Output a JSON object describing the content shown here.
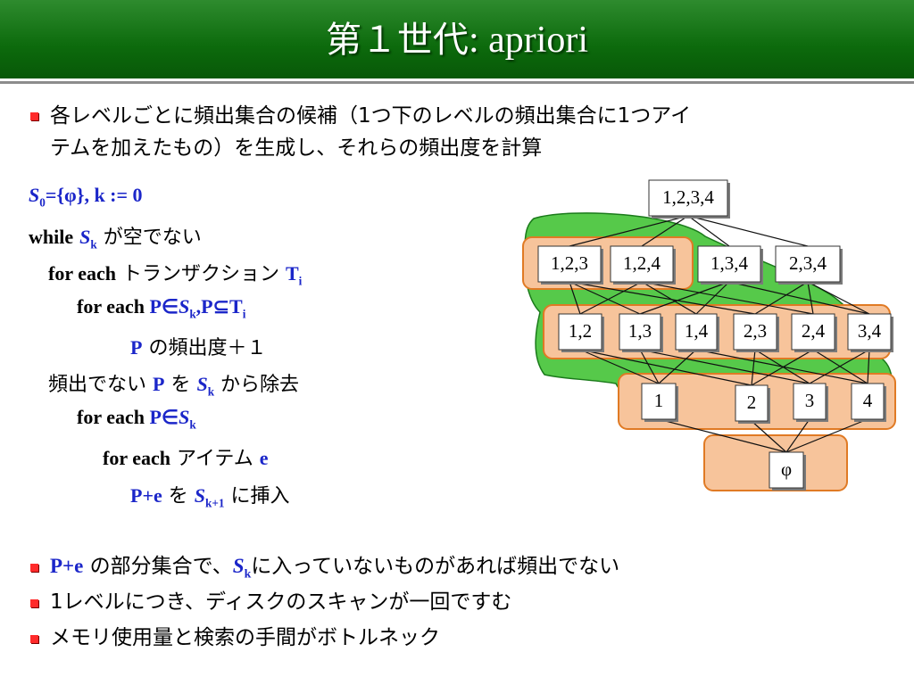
{
  "title": {
    "main": "第１世代",
    "suffix": ": apriori"
  },
  "bullet1": {
    "line1": "各レベルごとに頻出集合の候補（1つ下のレベルの頻出集合に1つアイ",
    "line2": "テムを加えたもの）を生成し、それらの頻出度を計算"
  },
  "algorithm": {
    "l1": {
      "s": "S",
      "sub": "0",
      "rest": "={φ}, k := 0"
    },
    "l2": {
      "kw": "while",
      "s": "S",
      "sub": "k",
      "text": " が空でない"
    },
    "l3": {
      "kw": "for each",
      "text": " トランザクション ",
      "t": "T",
      "tsub": "i"
    },
    "l4": {
      "kw": "for each",
      "p": " P∈",
      "s": "S",
      "sub": "k",
      "p2": ",P⊆T",
      "sub2": "i"
    },
    "l5": {
      "p": "P",
      "text": " の頻出度＋１"
    },
    "l6": {
      "text1": "頻出でない ",
      "p": "P",
      "text2": " を ",
      "s": "S",
      "sub": "k",
      "text3": " から除去"
    },
    "l7": {
      "kw": "for each",
      "p": " P∈",
      "s": "S",
      "sub": "k"
    },
    "l8": {
      "kw": "for each",
      "text": " アイテム ",
      "e": "e"
    },
    "l9": {
      "pe": "P+e",
      "text1": " を ",
      "s": "S",
      "sub": "k+1",
      "text2": " に挿入"
    }
  },
  "bullet2": {
    "pe": "P+e",
    "text1": " の部分集合で、",
    "s": "S",
    "sub": "k",
    "text2": "に入っていないものがあれば頻出でない"
  },
  "bullet3": {
    "text": "1レベルにつき、ディスクのスキャンが一回ですむ"
  },
  "bullet4": {
    "text": "メモリ使用量と検索の手間がボトルネック"
  },
  "lattice": {
    "top": "1,2,3,4",
    "level3": [
      "1,2,3",
      "1,2,4",
      "1,3,4",
      "2,3,4"
    ],
    "level2": [
      "1,2",
      "1,3",
      "1,4",
      "2,3",
      "2,4",
      "3,4"
    ],
    "level1": [
      "1",
      "2",
      "3",
      "4"
    ],
    "empty": "φ"
  },
  "colors": {
    "title_green": "#0c6a0c",
    "bullet_red": "#ff2b2b",
    "highlight_blue": "#1b26c9",
    "region_green": "#56c94a",
    "group_orange": "#f7c49b",
    "group_border": "#e07a24"
  }
}
